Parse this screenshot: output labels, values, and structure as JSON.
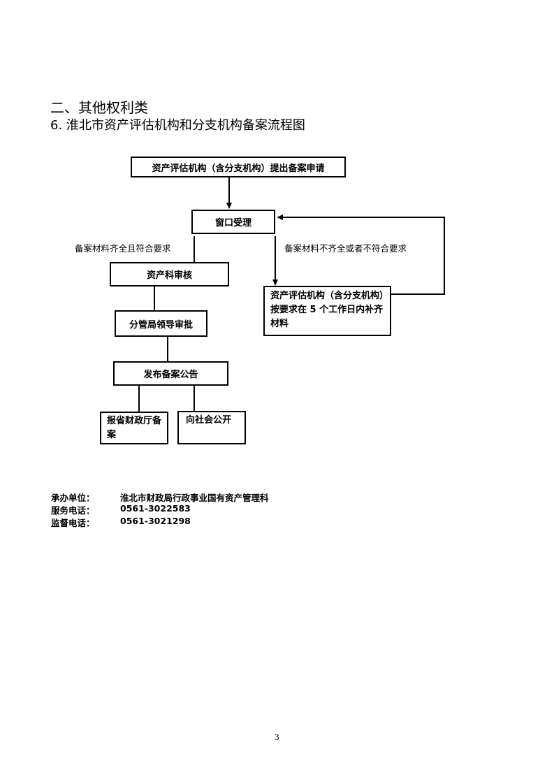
{
  "section_heading": "二、其他权利类",
  "flow_title": "6. 淮北市资产评估机构和分支机构备案流程图",
  "flowchart": {
    "apply": "资产评估机构（含分支机构）提出备案申请",
    "window": "窗口受理",
    "label_ok": "备案材料齐全且符合要求",
    "label_not_ok": "备案材料不齐全或者不符合要求",
    "review": "资产科审核",
    "supplement": "资产评估机构（含分支机构）按要求在 5 个工作日内补齐材料",
    "approve": "分管局领导审批",
    "publish": "发布备案公告",
    "report": "报省财政厅备案",
    "public": "向社会公开"
  },
  "footer": {
    "unit_label": "承办单位：",
    "unit_value": "淮北市财政局行政事业国有资产管理科",
    "service_label": "服务电话：",
    "service_value": "0561-3022583",
    "supervise_label": "监督电话：",
    "supervise_value": "0561-3021298"
  },
  "page_number": "3"
}
